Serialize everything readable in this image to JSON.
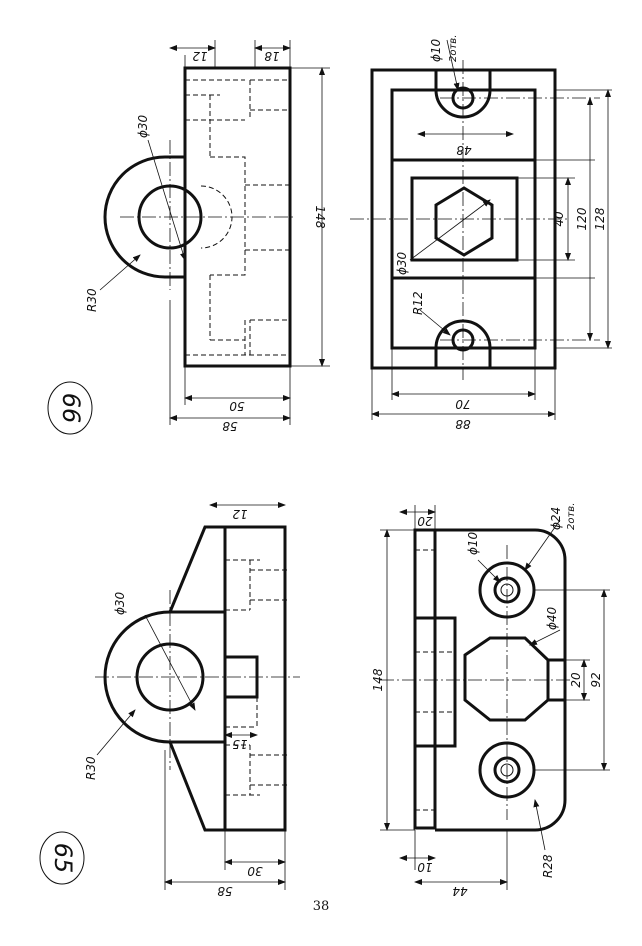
{
  "page_number": "38",
  "drawing_66": {
    "number": "66",
    "side_view": {
      "dims": [
        "12",
        "18",
        "148",
        "50",
        "58"
      ],
      "radius": "R30",
      "diameter": "ϕ30"
    },
    "top_view": {
      "dims": [
        "48",
        "40",
        "120",
        "128",
        "70",
        "88"
      ],
      "hole_note": "ϕ10",
      "hole_count": "2отв.",
      "hex": "ϕ30",
      "radius": "R12"
    }
  },
  "drawing_65": {
    "number": "65",
    "side_view": {
      "dims": [
        "12",
        "15",
        "30",
        "58"
      ],
      "radius": "R30",
      "diameter": "ϕ30"
    },
    "top_view": {
      "dims": [
        "20",
        "148",
        "20",
        "92",
        "10",
        "44"
      ],
      "hole_outer": "ϕ24",
      "hole_count": "2отв.",
      "hole_inner": "ϕ10",
      "hex": "ϕ40",
      "radius": "R28"
    }
  }
}
